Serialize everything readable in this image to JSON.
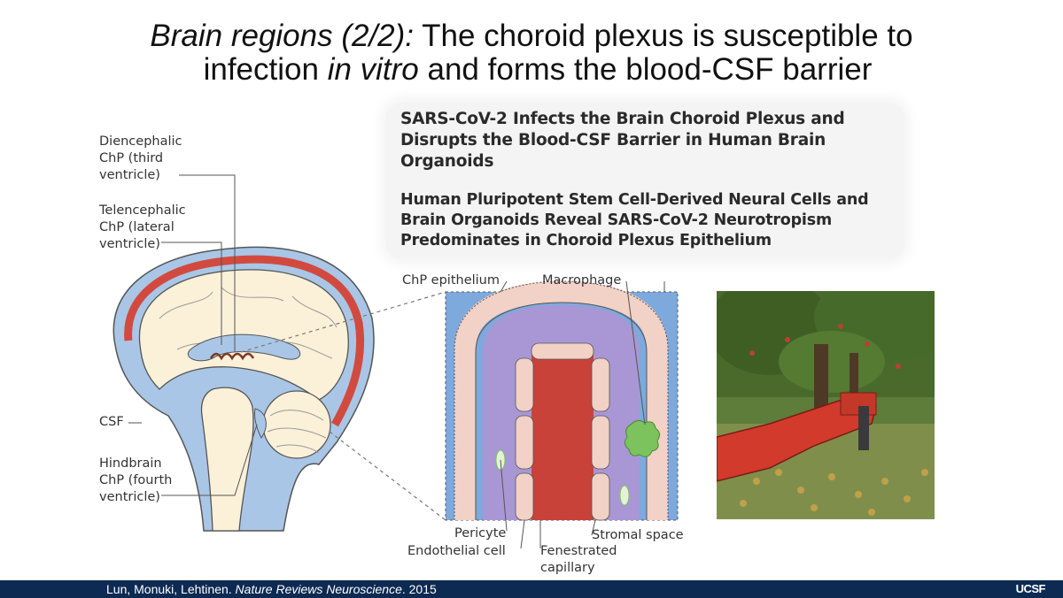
{
  "slide": {
    "title_italic": "Brain regions (2/2):",
    "title_rest": " The choroid plexus is susceptible to",
    "title_line2_start": "infection ",
    "title_line2_italic": "in vitro",
    "title_line2_end": " and forms the blood-CSF barrier"
  },
  "papers": [
    "SARS-CoV-2 Infects the Brain Choroid Plexus and Disrupts the Blood-CSF Barrier in Human Brain Organoids",
    "Human Pluripotent Stem Cell-Derived Neural Cells and Brain Organoids Reveal SARS-CoV-2 Neurotropism Predominates in Choroid Plexus Epithelium"
  ],
  "brain_labels": {
    "diencephalic": "Diencephalic\nChP (third\nventricle)",
    "telencephalic": "Telencephalic\nChP (lateral\nventricle)",
    "csf": "CSF",
    "hindbrain": "Hindbrain\nChP (fourth\nventricle)"
  },
  "detail_labels": {
    "chp_epithelium": "ChP epithelium",
    "macrophage": "Macrophage",
    "pericyte": "Pericyte",
    "endothelial": "Endothelial cell",
    "stromal": "Stromal space",
    "fenestrated": "Fenestrated\ncapillary"
  },
  "footer": {
    "citation_authors": "Lun, Monuki, Lehtinen. ",
    "citation_journal": "Nature Reviews Neuroscience",
    "citation_year": ". 2015",
    "logo": "UCSF"
  },
  "colors": {
    "footer_bg": "#0d2a52",
    "csf_blue": "#9fbfe0",
    "vessel_red": "#c8423a",
    "tissue_cream": "#fbf0d8",
    "macrophage_green": "#7cc35d",
    "stroma_purple": "#a897d4",
    "cell_pink": "#f2d1c6"
  }
}
